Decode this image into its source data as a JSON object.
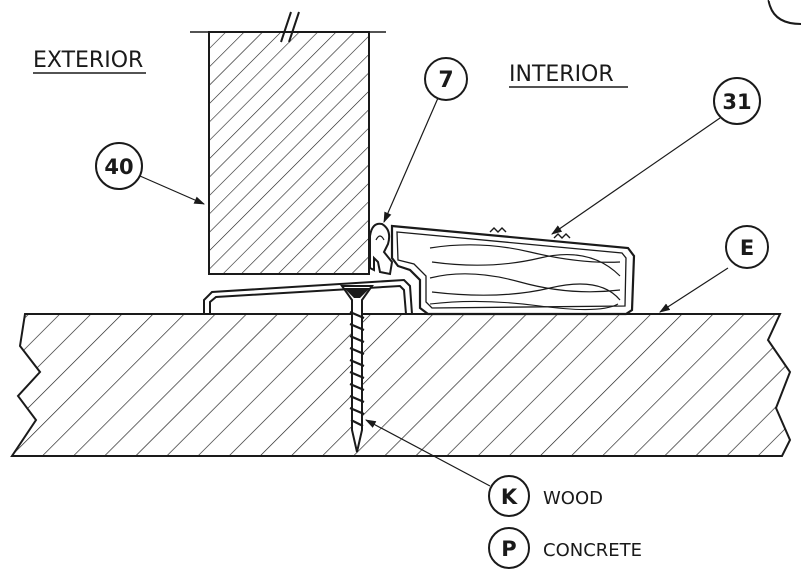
{
  "labels": {
    "exterior": "EXTERIOR",
    "interior": "INTERIOR",
    "wood": "WOOD",
    "concrete": "CONCRETE"
  },
  "callouts": {
    "c7": "7",
    "c31": "31",
    "c40": "40",
    "cE": "E",
    "cK": "K",
    "cP": "P"
  },
  "colors": {
    "ink": "#1a1a1a",
    "paper": "#ffffff"
  }
}
